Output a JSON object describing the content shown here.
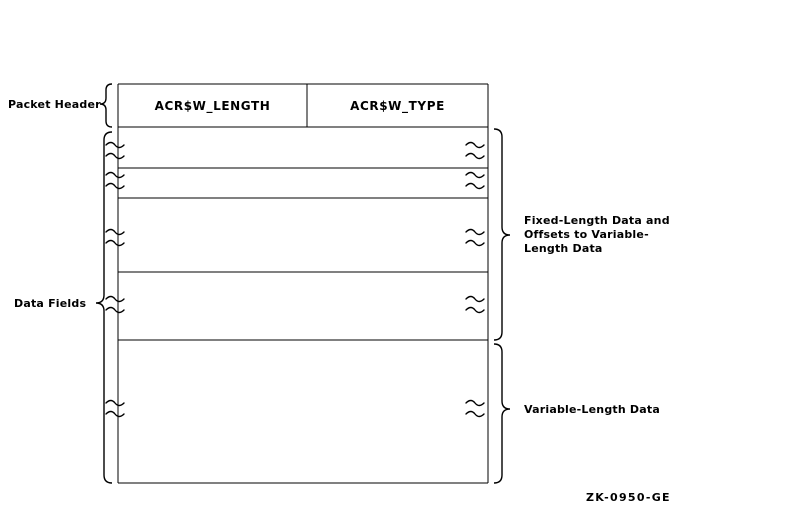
{
  "diagram": {
    "title_caption": "ZK-0950-GE",
    "header": {
      "fields": [
        {
          "name": "length-field",
          "label": "ACR$W_LENGTH"
        },
        {
          "name": "type-field",
          "label": "ACR$W_TYPE"
        }
      ]
    },
    "left_labels": [
      {
        "name": "packet-header-label",
        "text": "Packet Header"
      },
      {
        "name": "data-fields-label",
        "text": "Data Fields"
      }
    ],
    "right_labels": [
      {
        "name": "fixed-length-data-label",
        "lines": [
          "Fixed-Length Data and",
          "Offsets to Variable-",
          "Length Data"
        ]
      },
      {
        "name": "variable-length-data-label",
        "lines": [
          "Variable-Length Data"
        ]
      }
    ],
    "colors": {
      "line": "#000000",
      "text": "#000000",
      "background": "#ffffff"
    }
  }
}
